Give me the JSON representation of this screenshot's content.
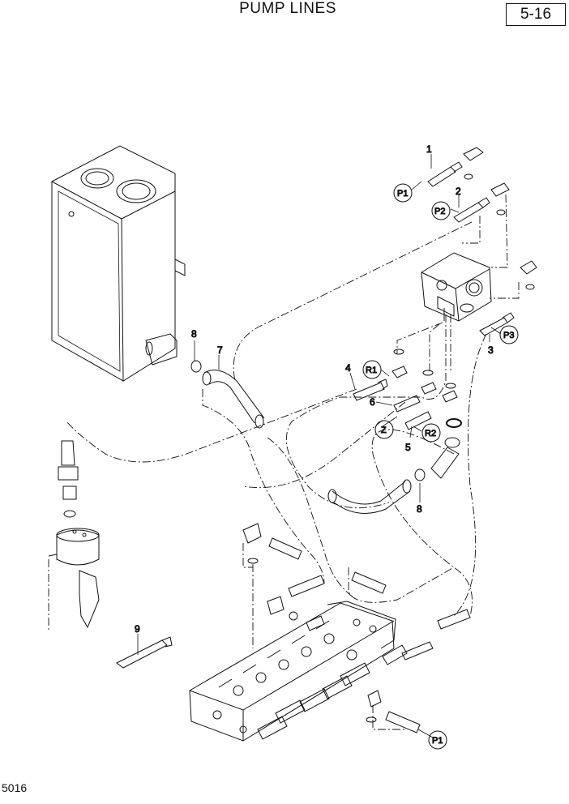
{
  "header": {
    "title": "PUMP LINES",
    "page_ref": "5-16"
  },
  "footer": {
    "code": "5016"
  },
  "callouts": [
    "1",
    "2",
    "3",
    "4",
    "5",
    "6",
    "7",
    "8",
    "8",
    "9"
  ],
  "port_labels": [
    "P1",
    "P2",
    "P3",
    "R1",
    "R2",
    "Z",
    "P1"
  ]
}
